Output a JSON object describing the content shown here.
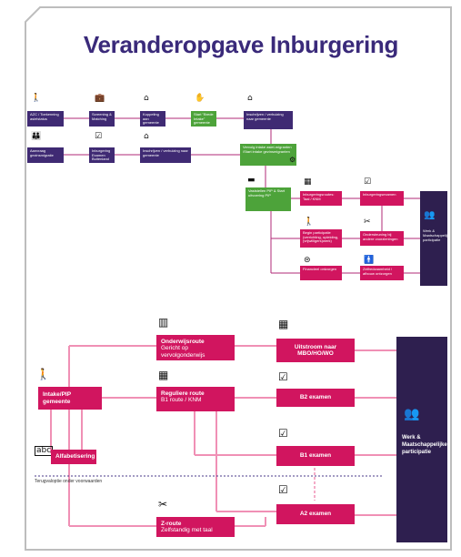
{
  "title": "Veranderopgave Inburgering",
  "top": {
    "asielzoeker": "AZC / Toekenning asielstatus",
    "screening": "Screening & Matching",
    "koppeling": "Koppeling aan gemeente",
    "start_brede_intake": "Start \"Brede Intake\" gemeente",
    "inschrijven1": "Inschrijven / verhuizing naar gemeente",
    "aanvraag": "Aanvraag gezinsmigratie",
    "inburgering_examen": "Inburgering Examen Buitenland",
    "inschrijven2": "Inschrijven / verhuizing naar gemeente",
    "vervolg_intake": "Vervolg intake asiel-migranten /Start intake gezinsmigranten",
    "vaststellen_pip": "Vaststellen PIP & Start uitvoering PIP",
    "inburgeringsroutes": "Inburgeringsroutes: Taal / KNM",
    "inburgeringsexamen": "Inburgeringsexamen",
    "begin_participatie": "Begin participatie (verrichting, opleiding, (vrijwilligers)werk)",
    "ondersteuning": "Ondersteuning bij andere voorzieningen",
    "financieel": "Financieel ontzorgen",
    "zelfredzaamheid": "Zelfredzaamheid / afbouw ontzorgen",
    "werk": "Werk & Maatschappelijke participatie"
  },
  "bottom": {
    "intake": "Intake/PIP gemeente",
    "alfabetisering": "Alfabetisering",
    "onderwijsroute": "Onderwijsroute",
    "onderwijsroute_sub": "Gericht op vervolgonderwijs",
    "reguliere_route": "Reguliere route",
    "reguliere_route_sub": "B1 route / KNM",
    "z_route": "Z-route",
    "z_route_sub": "Zelfstandig met taal",
    "uitstroom": "Uitstroom naar MBO/HO/WO",
    "b2": "B2 examen",
    "b1": "B1 examen",
    "a2": "A2 examen",
    "werk": "Werk & Maatschappelijke participatie",
    "terugvaloptie": "Terugvaloptie onder voorwaarden"
  },
  "colors": {
    "purple": "#3f2a73",
    "magenta": "#d1155f",
    "green": "#4da33a",
    "dark": "#2e1f4f",
    "title": "#3a2a7a"
  },
  "icons": [
    "person-walking-icon",
    "suitcase-icon",
    "house-icon",
    "handshake-icon",
    "family-icon",
    "checklist-icon",
    "folder-icon",
    "gears-icon",
    "building-icon",
    "coins-icon",
    "tools-icon",
    "alphabet-icon",
    "city-icon",
    "people-icon"
  ]
}
